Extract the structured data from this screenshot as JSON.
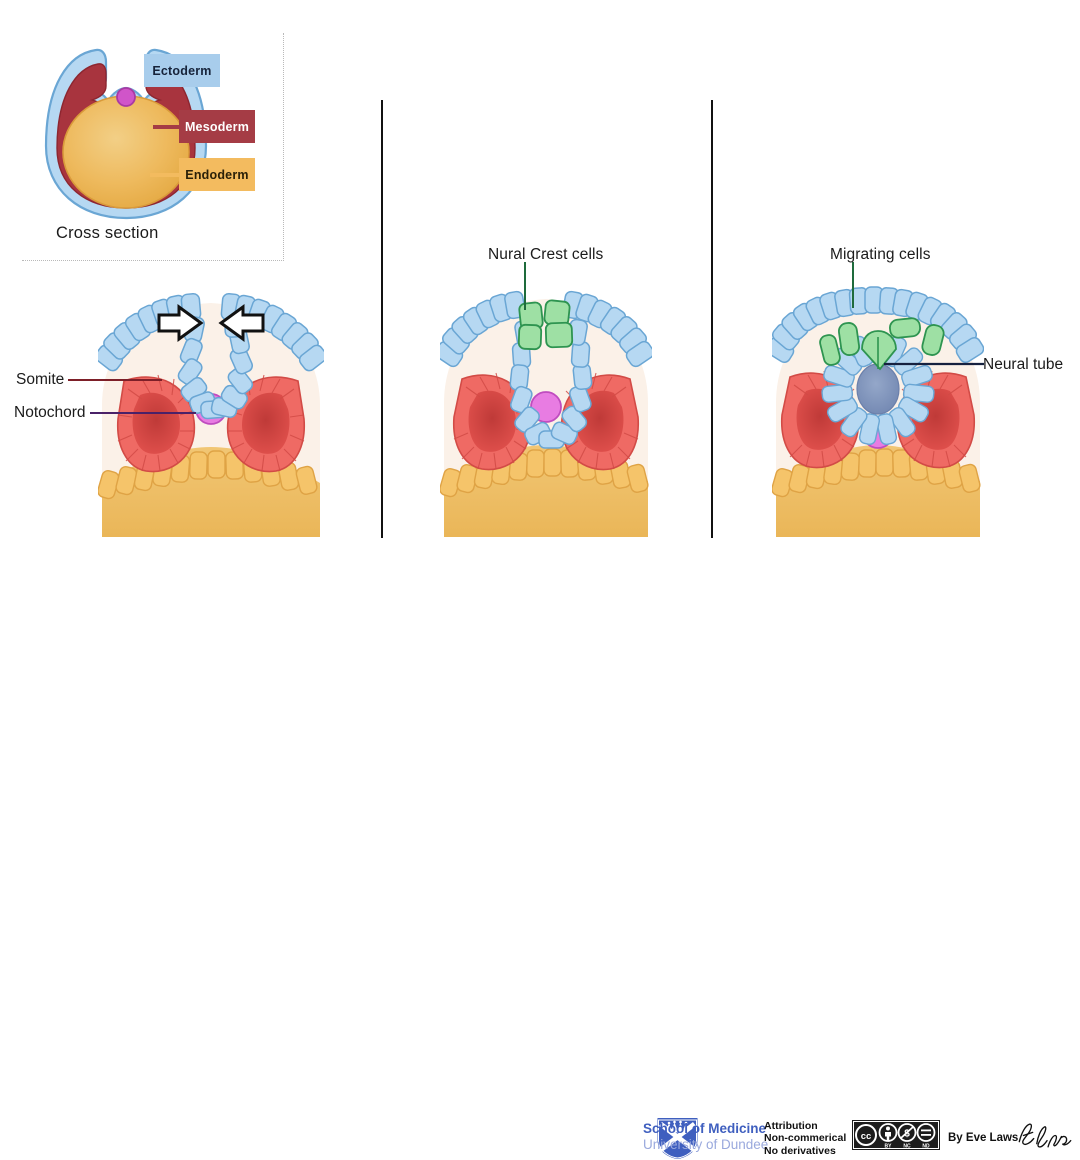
{
  "cross_section": {
    "caption": "Cross section",
    "tags": [
      {
        "id": "ectoderm",
        "label": "Ectoderm",
        "color": "#a8cdec",
        "text_color": "#16233a"
      },
      {
        "id": "mesoderm",
        "label": "Mesoderm",
        "color": "#a53c45",
        "text_color": "#ffffff"
      },
      {
        "id": "endoderm",
        "label": "Endoderm",
        "color": "#f3bb5f",
        "text_color": "#2a2008"
      }
    ]
  },
  "panels": [
    {
      "id": "panel-1",
      "labels": [
        {
          "id": "somite",
          "text": "Somite",
          "leader_color": "#7d1f28"
        },
        {
          "id": "notochord",
          "text": "Notochord",
          "leader_color": "#4a2168"
        }
      ],
      "arrows": [
        "arrow-right",
        "arrow-left"
      ]
    },
    {
      "id": "panel-2",
      "labels": [
        {
          "id": "neural-crest",
          "text": "Nural Crest cells",
          "leader_color": "#1e6b3c"
        }
      ]
    },
    {
      "id": "panel-3",
      "labels": [
        {
          "id": "migrating",
          "text": "Migrating cells",
          "leader_color": "#1e6b3c"
        },
        {
          "id": "neural-tube",
          "text": "Neural tube",
          "leader_color": "#16213f"
        }
      ]
    }
  ],
  "footer": {
    "institution_line1": "School of Medicine",
    "institution_line2": "University of Dundee",
    "license_lines": [
      "Attribution",
      "Non-commerical",
      "No derivatives"
    ],
    "cc_icons": [
      "cc",
      "BY",
      "NC",
      "ND"
    ],
    "byline": "By Eve Laws"
  },
  "colors": {
    "ectoderm_fill": "#b6d8f2",
    "ectoderm_stroke": "#6aa6d4",
    "somite_fill": "#ef6a64",
    "somite_stroke": "#cf4a46",
    "somite_core": "#c9403c",
    "endoderm_fill": "#f5c46a",
    "endoderm_stroke": "#e0a447",
    "yolk_fill": "#eeba5e",
    "mesenchyme": "#fbf0e6",
    "notochord_fill": "#e879e8",
    "notochord_stroke": "#bf4cbf",
    "crest_fill": "#9ee0a4",
    "crest_stroke": "#2e9450",
    "lumen_fill": "#8296bd"
  }
}
